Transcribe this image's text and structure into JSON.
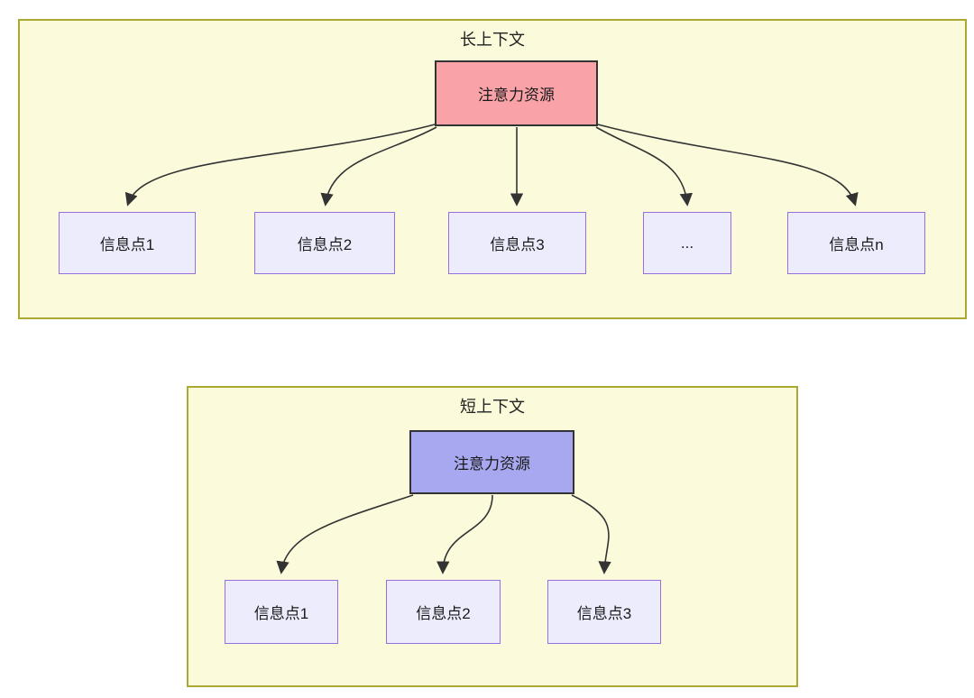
{
  "panels": [
    {
      "title": "长上下文",
      "attention_label": "注意力资源",
      "attention_fill": "#F9A3A8",
      "nodes": [
        "信息点1",
        "信息点2",
        "信息点3",
        "...",
        "信息点n"
      ]
    },
    {
      "title": "短上下文",
      "attention_label": "注意力资源",
      "attention_fill": "#A8A8F0",
      "nodes": [
        "信息点1",
        "信息点2",
        "信息点3"
      ]
    }
  ],
  "colors": {
    "panel_background": "#FBFBDC",
    "panel_border": "#AAAA33",
    "long_attention_fill": "#F9A3A8",
    "short_attention_fill": "#A8A8F0",
    "node_fill": "#ECECFC",
    "node_border": "#9370DB",
    "arrow": "#333333",
    "page_background": "#FFFFFF"
  }
}
